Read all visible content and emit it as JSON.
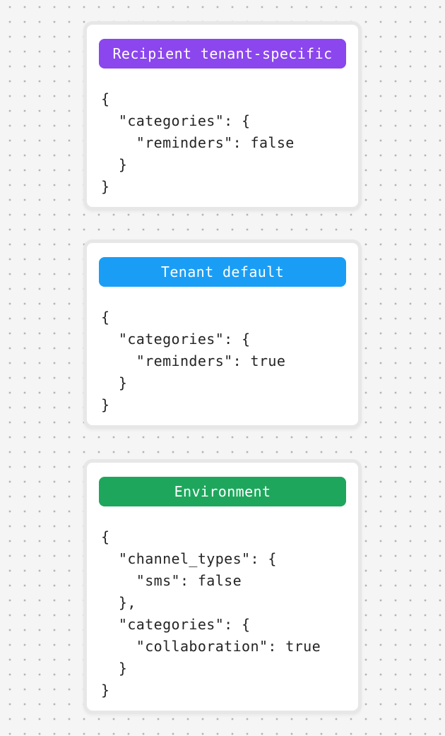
{
  "background": {
    "color": "#f5f5f5",
    "dot_color": "#b3b3b3"
  },
  "card_style": {
    "surface_color": "#ffffff",
    "border_color": "#e7e7e7",
    "code_text_color": "#242424"
  },
  "cards": [
    {
      "badge": {
        "label": "Recipient tenant-specific",
        "color": "#8B46EE",
        "text_color": "#ffffff"
      },
      "code": "{\n  \"categories\": {\n    \"reminders\": false\n  }\n}"
    },
    {
      "badge": {
        "label": "Tenant default",
        "color": "#1A9EF5",
        "text_color": "#ffffff"
      },
      "code": "{\n  \"categories\": {\n    \"reminders\": true\n  }\n}"
    },
    {
      "badge": {
        "label": "Environment",
        "color": "#1EA75C",
        "text_color": "#ffffff"
      },
      "code": "{\n  \"channel_types\": {\n    \"sms\": false\n  },\n  \"categories\": {\n    \"collaboration\": true\n  }\n}"
    }
  ]
}
